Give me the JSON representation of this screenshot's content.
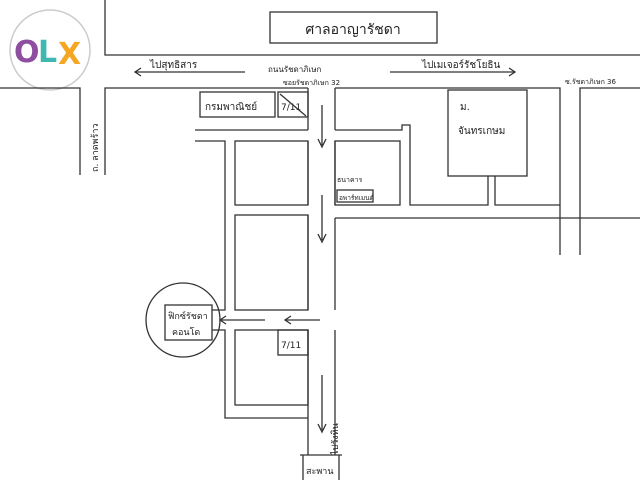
{
  "logo": {
    "o": "O",
    "l": "L",
    "x": "X",
    "colors": {
      "o": "#8e4fa0",
      "l": "#3fb8af",
      "x": "#f5a623"
    }
  },
  "landmarks": {
    "court": "ศาลอาญารัชดา",
    "commerce_dept": "กรมพาณิชย์",
    "seven_eleven_top": "7/11",
    "seven_eleven_bottom": "7/11",
    "university_line1": "ม.",
    "university_line2": "จันทรเกษม",
    "bank_line1": "ธนาคาร",
    "bank_line2": "อพาร์ทเมนต์",
    "condo_line1": "ฟิกซ์รัชดา",
    "condo_line2": "คอนโด",
    "bridge": "สะพาน"
  },
  "roads": {
    "to_sutthisan": "ไปสุทธิสาร",
    "ratchadaphisek": "ถนนรัชดาภิเษก",
    "soi_32": "ซอยรัชดาภิเษก 32",
    "to_major": "ไปเมเจอร์รัชโยธิน",
    "soi_36": "ซ.รัชดาภิเษก 36",
    "lat_phrao": "ถ. ลาดพร้าว",
    "to_wanghin": "ไปวังหิน"
  }
}
